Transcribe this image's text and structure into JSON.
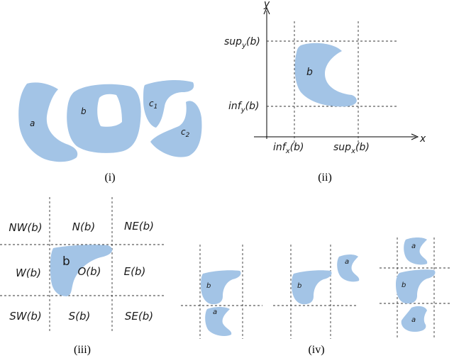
{
  "panels": {
    "i": {
      "caption": "(i)",
      "labels": {
        "a": "a",
        "b": "b",
        "c1_base": "c",
        "c1_sub": "1",
        "c2_base": "c",
        "c2_sub": "2"
      }
    },
    "ii": {
      "caption": "(ii)",
      "axis_y": "y",
      "axis_x": "x",
      "region": "b",
      "sup_y": {
        "base": "sup",
        "sub": "y",
        "arg": "(b)"
      },
      "inf_y": {
        "base": "inf",
        "sub": "y",
        "arg": "(b)"
      },
      "inf_x": {
        "base": "inf",
        "sub": "x",
        "arg": "(b)"
      },
      "sup_x": {
        "base": "sup",
        "sub": "x",
        "arg": "(b)"
      }
    },
    "iii": {
      "caption": "(iii)",
      "region": "b",
      "tiles": {
        "nw": "NW(b)",
        "n": "N(b)",
        "ne": "NE(b)",
        "w": "W(b)",
        "o": "O(b)",
        "e": "E(b)",
        "sw": "SW(b)",
        "s": "S(b)",
        "se": "SE(b)"
      }
    },
    "iv": {
      "caption": "(iv)",
      "ex1": {
        "b": "b",
        "a": "a"
      },
      "ex2": {
        "b": "b",
        "a": "a"
      },
      "ex3": {
        "a_top": "a",
        "b": "b",
        "a_bottom": "a"
      }
    }
  },
  "colors": {
    "region_fill": "#a3c4e6"
  }
}
